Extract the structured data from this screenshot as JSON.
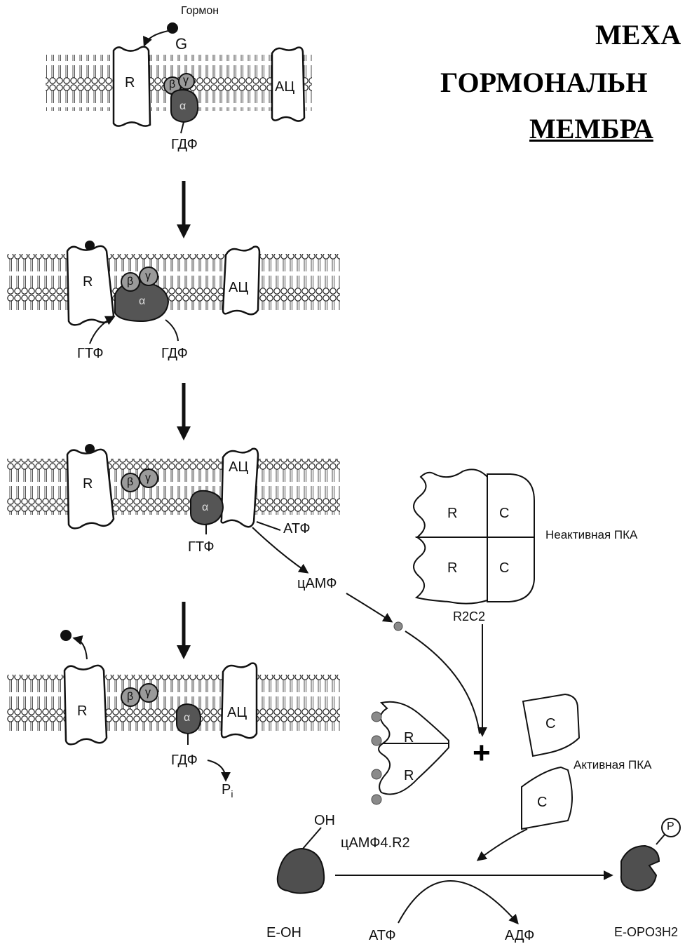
{
  "title": {
    "line1": "МЕХА",
    "line2": "ГОРМОНАЛЬН",
    "line3": "МЕМБРА"
  },
  "labels": {
    "hormone": "Гормон",
    "g": "G",
    "receptor": "R",
    "ac": "АЦ",
    "gdp": "ГДФ",
    "gtp": "ГТФ",
    "atp": "АТФ",
    "adp": "АДФ",
    "camp": "цАМФ",
    "pi": "P",
    "pi_sub": "i",
    "beta": "β",
    "gamma": "γ",
    "alpha": "α",
    "r_sub": "R",
    "c_sub": "C",
    "inactive_pka": "Неактивная ПКА",
    "active_pka": "Активная ПКА",
    "r2c2": "R2C2",
    "camp4r2": "цАМФ4.R2",
    "oh": "OH",
    "e_oh": "E-OH",
    "e_opo3h2": "E-OPO3H2",
    "phospho": "P",
    "plus": "+"
  },
  "colors": {
    "alpha": "#555555",
    "beta_gamma": "#9a9a9a",
    "camp_dot": "#8a8a8a",
    "enzyme": "#4f4f4f",
    "line": "#111111"
  }
}
